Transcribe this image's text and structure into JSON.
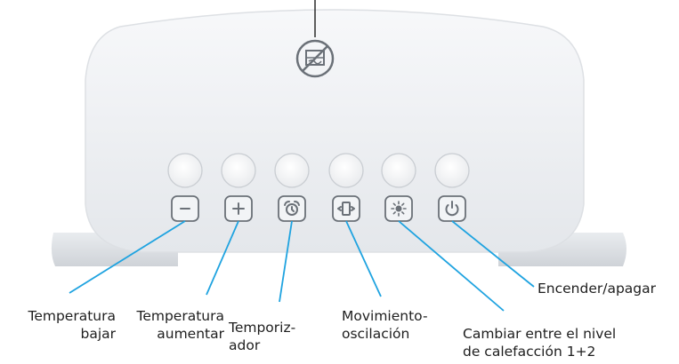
{
  "diagram": {
    "colors": {
      "leader_line": "#1fa3e0",
      "text": "#1e1e1e",
      "device_body": "#eef0f3",
      "button": "#f3f4f6",
      "icon_stroke": "#6b7178"
    },
    "top_label_clipped": "",
    "controls": [
      {
        "id": "temp-down",
        "icon": "minus-icon",
        "label": "Temperatura\nbajar"
      },
      {
        "id": "temp-up",
        "icon": "plus-icon",
        "label": "Temperatura\naumentar"
      },
      {
        "id": "timer",
        "icon": "alarm-clock-icon",
        "label": "Temporiz-\nador"
      },
      {
        "id": "oscillation",
        "icon": "oscillation-icon",
        "label": "Movimiento-\noscilación"
      },
      {
        "id": "heat-level",
        "icon": "sun-icon",
        "label": "Cambiar entre el nivel\nde calefacción 1+2"
      },
      {
        "id": "power",
        "icon": "power-icon",
        "label": "Encender/apagar"
      }
    ],
    "top_symbol": {
      "icon": "do-not-cover-icon"
    }
  }
}
